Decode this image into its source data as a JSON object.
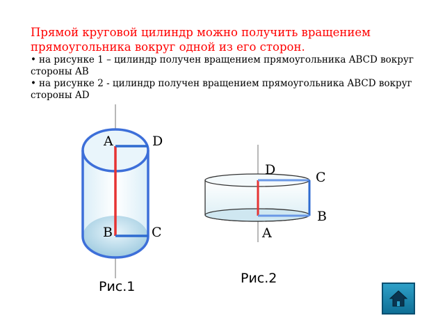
{
  "intro": {
    "title": "Прямой круговой цилиндр можно получить вращением прямоугольника вокруг одной из его сторон.",
    "bullets": [
      "на рисунке 1 – цилиндр получен вращением прямоугольника ABCD вокруг стороны AB",
      "на рисунке 2 -  цилиндр получен вращением  прямоугольника ABCD вокруг стороны AD"
    ]
  },
  "figure1": {
    "caption": "Рис.1",
    "labels": {
      "A": "A",
      "D": "D",
      "B": "B",
      "C": "C"
    }
  },
  "figure2": {
    "caption": "Рис.2",
    "labels": {
      "D": "D",
      "C": "C",
      "B": "B",
      "A": "A"
    }
  },
  "colors": {
    "title": "#ff0000",
    "outline": "#3d6fd9",
    "axis_segment": "#e63333",
    "edge": "#2f6bd0"
  },
  "nav": {
    "home_icon": "home-icon"
  }
}
